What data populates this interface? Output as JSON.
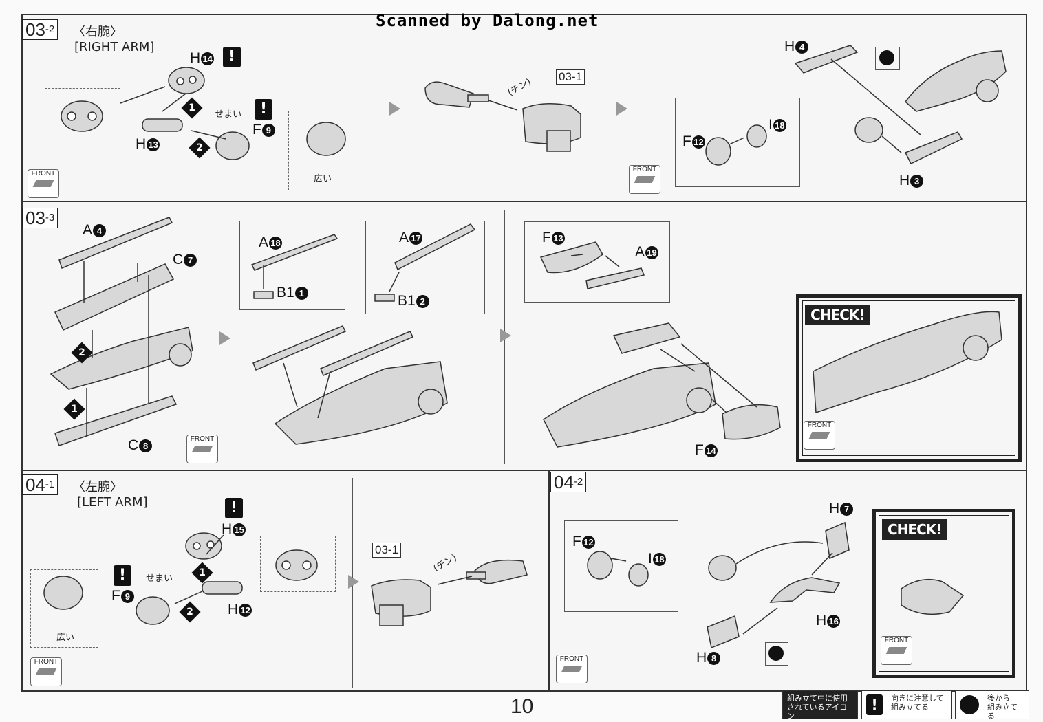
{
  "header": {
    "scan_credit": "Scanned by Dalong.net"
  },
  "page_number": "10",
  "common": {
    "front": "FRONT",
    "check": "CHECK!",
    "narrow": "せまい",
    "wide": "広い",
    "click": "(チン)"
  },
  "sections": {
    "s1": {
      "num": "03",
      "sub": "2",
      "title_jp": "〈右腕〉",
      "title_en": "[RIGHT ARM]"
    },
    "s2": {
      "num": "03",
      "sub": "3"
    },
    "s3": {
      "num": "04",
      "sub": "1",
      "title_jp": "〈左腕〉",
      "title_en": "[LEFT ARM]"
    },
    "s4": {
      "num": "04",
      "sub": "2"
    }
  },
  "refs": {
    "r1": "03-1",
    "r2": "03-1"
  },
  "parts": {
    "p1": {
      "letter": "H",
      "num": "14"
    },
    "p2": {
      "letter": "H",
      "num": "13"
    },
    "p3": {
      "letter": "F",
      "num": "9"
    },
    "p4": {
      "letter": "H",
      "num": "4"
    },
    "p5": {
      "letter": "F",
      "num": "12"
    },
    "p6": {
      "letter": "I",
      "num": "18"
    },
    "p7": {
      "letter": "H",
      "num": "3"
    },
    "p8": {
      "letter": "A",
      "num": "4"
    },
    "p9": {
      "letter": "C",
      "num": "7"
    },
    "p10": {
      "letter": "C",
      "num": "8"
    },
    "p11": {
      "letter": "A",
      "num": "18"
    },
    "p12": {
      "letter": "B1",
      "num": "1"
    },
    "p13": {
      "letter": "A",
      "num": "17"
    },
    "p14": {
      "letter": "B1",
      "num": "2"
    },
    "p15": {
      "letter": "F",
      "num": "13"
    },
    "p16": {
      "letter": "A",
      "num": "19"
    },
    "p17": {
      "letter": "F",
      "num": "14"
    },
    "p18": {
      "letter": "H",
      "num": "15"
    },
    "p19": {
      "letter": "F",
      "num": "9"
    },
    "p20": {
      "letter": "H",
      "num": "12"
    },
    "p21": {
      "letter": "H",
      "num": "7"
    },
    "p22": {
      "letter": "F",
      "num": "12"
    },
    "p23": {
      "letter": "I",
      "num": "18"
    },
    "p24": {
      "letter": "H",
      "num": "16"
    },
    "p25": {
      "letter": "H",
      "num": "8"
    }
  },
  "steps": {
    "one": "1",
    "two": "2"
  },
  "legend": {
    "title_line1": "組み立て中に使用",
    "title_line2": "されているアイコン",
    "warn_line1": "向きに注意して",
    "warn_line2": "組み立てる",
    "rear_line1": "後から",
    "rear_line2": "組み立てる"
  }
}
